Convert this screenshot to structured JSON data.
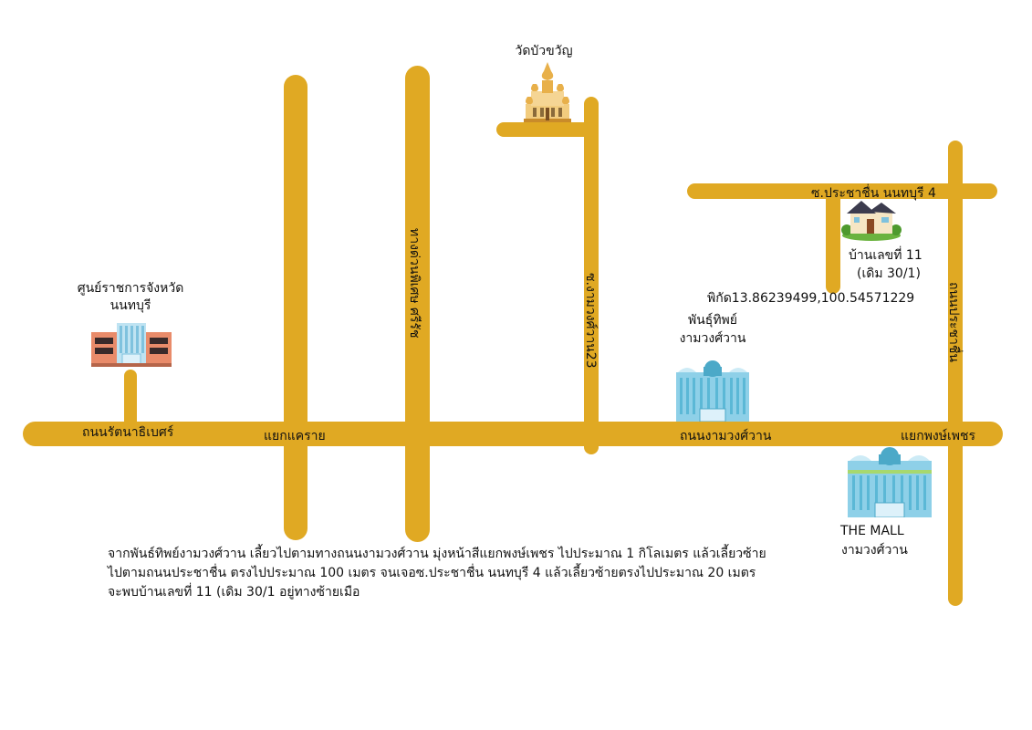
{
  "landmarks": {
    "temple": "วัดบัวขวัญ",
    "government_center_line1": "ศูนย์ราชการจังหวัด",
    "government_center_line2": "นนทบุรี",
    "pantip_line1": "พันธุ์ทิพย์",
    "pantip_line2": "งามวงศ์วาน",
    "the_mall_line1": "THE MALL",
    "the_mall_line2": "งามวงศ์วาน",
    "house_line1": "บ้านเลขที่ 11",
    "house_line2": "(เดิม 30/1)",
    "coordinates": "พิกัด13.86239499,100.54571229"
  },
  "roads": {
    "ratthanathibet": "ถนนรัตนาธิเบศร์",
    "khae_rai": "แยกแคราย",
    "ngamwongwan": "ถนนงามวงศ์วาน",
    "phong_phet": "แยกพงษ์เพชร",
    "expressway": "ทางด่วนพิเศษ ศรีรัช",
    "soi_ngamwongwan_23": "ซ.งามวงศ์วาน23",
    "prachachuen": "ถนนประชาชื่น",
    "soi_prachachuen_nonthaburi_4": "ซ.ประชาชื่น นนทบุรี 4"
  },
  "directions": {
    "line1": "จากพันธ์ทิพย์งามวงศ์วาน เลี้ยวไปตามทางถนนงามวงศ์วาน มุ่งหน้าสีแยกพงษ์เพชร ไปประมาณ 1 กิโลเมตร แล้วเลี้ยวซ้าย",
    "line2": "ไปตามถนนประชาชื่น ตรงไปประมาณ 100 เมตร จนเจอซ.ประชาชื่น นนทบุรี 4 แล้วเลี้ยวซ้ายตรงไปประมาณ 20 เมตร",
    "line3": "จะพบบ้านเลขที่ 11 (เดิม 30/1 อยู่ทางซ้ายเมือ"
  },
  "colors": {
    "road": "#E0A923",
    "building_blue": "#5BB8D6",
    "temple_gold": "#E8B04A",
    "house_roof": "#3C3C4E",
    "grass": "#6BB33F"
  }
}
